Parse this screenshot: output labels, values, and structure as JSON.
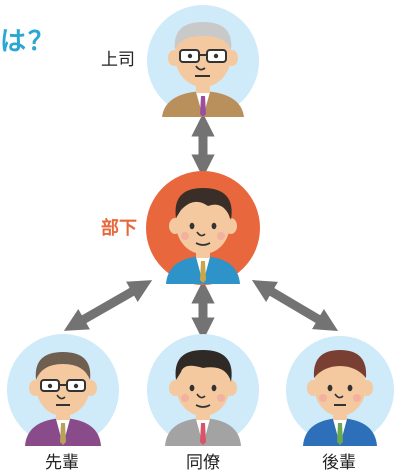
{
  "title_fragment": "は？",
  "nodes": {
    "boss": {
      "label": "上司"
    },
    "subordinate": {
      "label": "部下"
    },
    "senior": {
      "label": "先輩"
    },
    "peer": {
      "label": "同僚"
    },
    "junior": {
      "label": "後輩"
    }
  },
  "colors": {
    "accent_blue": "#2aa7d3",
    "center_orange": "#e9673c",
    "circle_blue": "#cfeaf8",
    "arrow_gray": "#737373",
    "label_center": "#e9673c"
  }
}
